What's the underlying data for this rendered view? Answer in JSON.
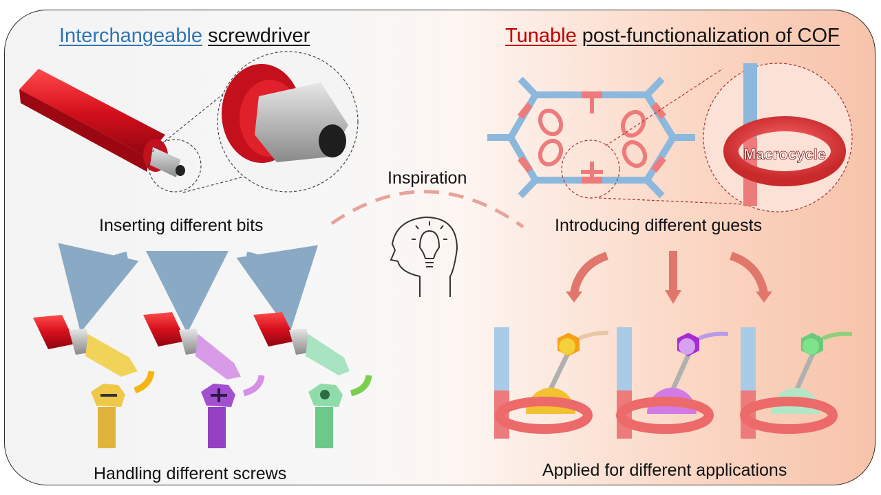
{
  "left_panel": {
    "heading_key": "Interchangeable",
    "heading_rest": "screwdriver",
    "caption_top": "Inserting different bits",
    "caption_bottom": "Handling different screws"
  },
  "right_panel": {
    "heading_key": "Tunable",
    "heading_rest": "post-functionalization of COF",
    "macrocycle_label": "Macrocycle",
    "caption_top": "Introducing different guests",
    "caption_bottom": "Applied for different applications"
  },
  "center": {
    "label": "Inspiration",
    "icon": "head-with-lightbulb-icon"
  },
  "colors": {
    "blue_accent": "#2e75b6",
    "red_accent": "#c00000",
    "handle_red": "#d40f1c",
    "arrow_blue": "#8aa9c4",
    "arrow_red": "#e0776a",
    "cof_blue": "#8db8dd",
    "cof_pink": "#ee7b7b",
    "guest_yellow": "#f2c232",
    "guest_purple": "#b23ad6",
    "guest_green": "#6cc97b"
  }
}
